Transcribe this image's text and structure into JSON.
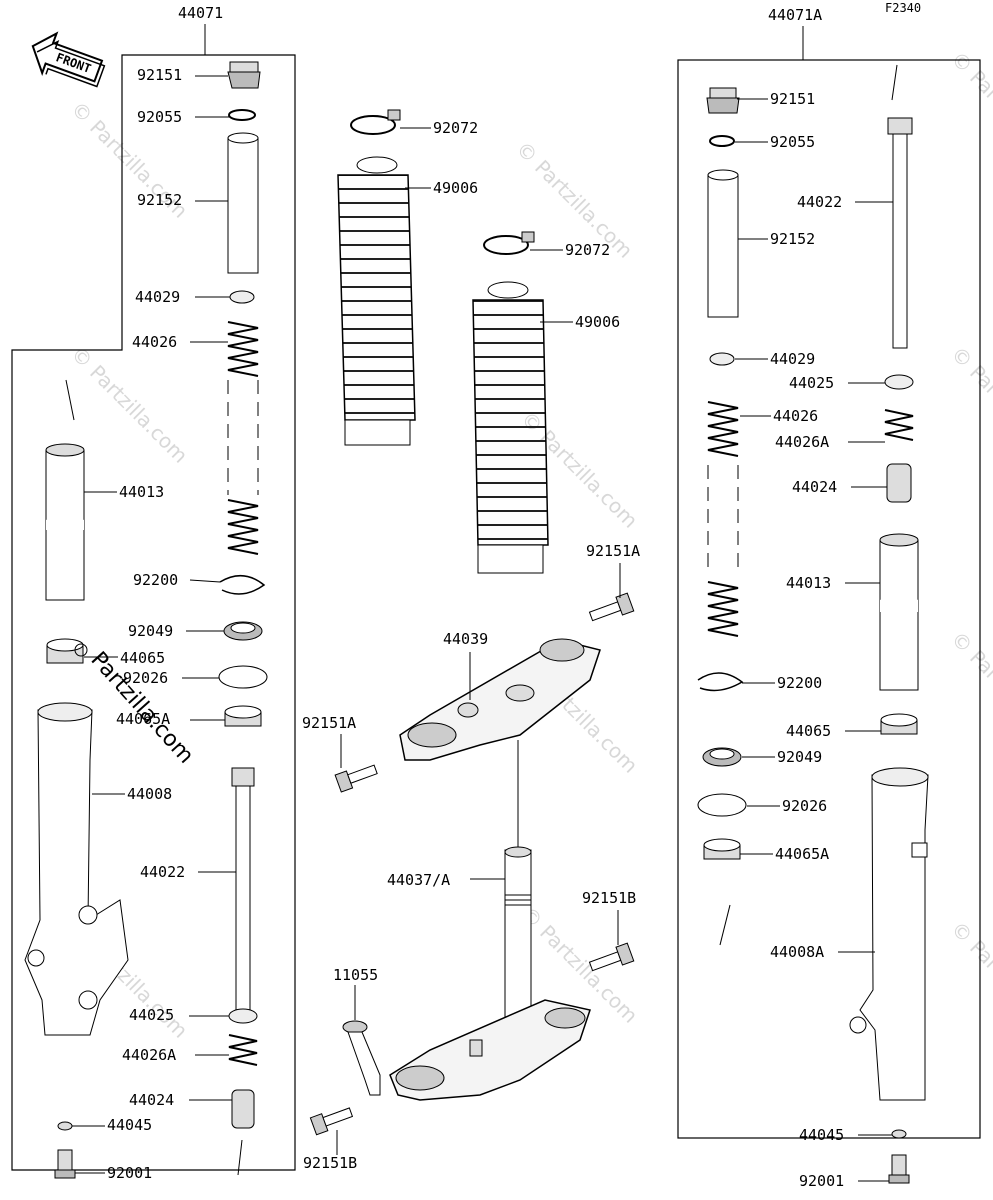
{
  "diagram_code": "F2340",
  "front_label": "FRONT",
  "watermark": "© Partzilla.com",
  "watermark_overlay": "Partzilla.com",
  "assemblies": {
    "left_fork": "44071",
    "right_fork": "44071A"
  },
  "parts": {
    "cap_bolt": "92151",
    "o_ring": "92055",
    "spacer_pipe": "92152",
    "washer_44029": "44029",
    "spring": "44026",
    "inner_tube": "44013",
    "circlip": "92200",
    "oil_seal": "92049",
    "bushing_44065": "44065",
    "washer_92026": "92026",
    "bushing_44065a": "44065A",
    "outer_tube": "44008",
    "outer_tube_a": "44008A",
    "cylinder": "44022",
    "washer_44025": "44025",
    "spring_44026a": "44026A",
    "piece_44024": "44024",
    "gasket": "44045",
    "drain_bolt": "92001",
    "boot_clamp": "92072",
    "boot": "49006",
    "upper_bracket": "44039",
    "bracket_bolt_a": "92151A",
    "stem": "44037/A",
    "bracket_bolt_b": "92151B",
    "guide": "11055"
  }
}
